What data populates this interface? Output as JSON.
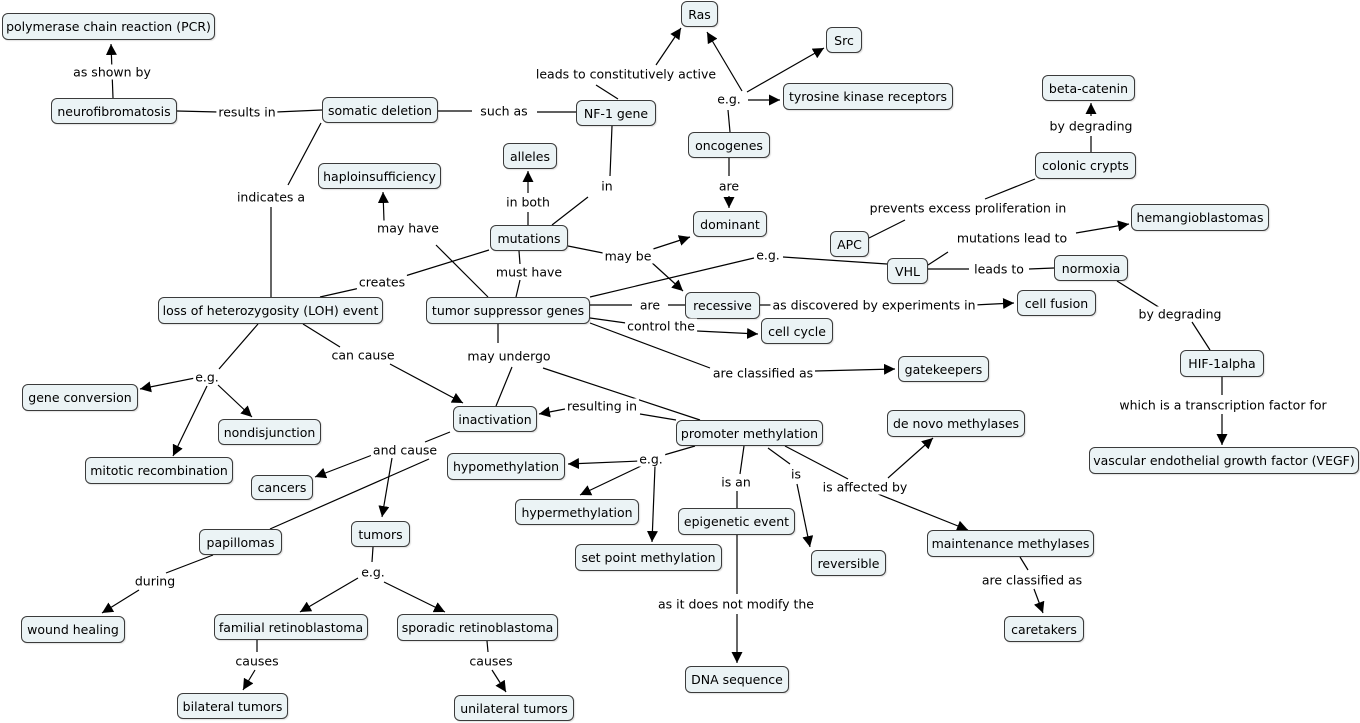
{
  "nodes": {
    "pcr": "polymerase chain reaction (PCR)",
    "neurofibromatosis": "neurofibromatosis",
    "somatic_deletion": "somatic deletion",
    "nf1": "NF-1 gene",
    "ras": "Ras",
    "src": "Src",
    "tyrosine": "tyrosine kinase receptors",
    "oncogenes": "oncogenes",
    "beta_catenin": "beta-catenin",
    "colonic_crypts": "colonic crypts",
    "haploinsufficiency": "haploinsufficiency",
    "alleles": "alleles",
    "mutations": "mutations",
    "dominant": "dominant",
    "hemangioblastomas": "hemangioblastomas",
    "apc": "APC",
    "vhl": "VHL",
    "normoxia": "normoxia",
    "loh": "loss of heterozygosity (LOH) event",
    "tsg": "tumor suppressor genes",
    "recessive": "recessive",
    "cell_fusion": "cell fusion",
    "cell_cycle": "cell cycle",
    "hif": "HIF-1alpha",
    "gene_conversion": "gene conversion",
    "nondisjunction": "nondisjunction",
    "gatekeepers": "gatekeepers",
    "inactivation": "inactivation",
    "promoter_methylation": "promoter methylation",
    "de_novo": "de novo methylases",
    "mitotic_recombination": "mitotic recombination",
    "vegf": "vascular endothelial growth factor (VEGF)",
    "cancers": "cancers",
    "hypomethylation": "hypomethylation",
    "hypermethylation": "hypermethylation",
    "epigenetic": "epigenetic event",
    "papillomas": "papillomas",
    "tumors": "tumors",
    "maintenance": "maintenance methylases",
    "set_point": "set point methylation",
    "reversible": "reversible",
    "wound_healing": "wound healing",
    "familial": "familial retinoblastoma",
    "sporadic": "sporadic retinoblastoma",
    "caretakers": "caretakers",
    "dna_sequence": "DNA sequence",
    "bilateral": "bilateral tumors",
    "unilateral": "unilateral tumors"
  },
  "links": {
    "as_shown_by": "as shown by",
    "results_in": "results in",
    "such_as": "such as",
    "leads_to_constitutively_active": "leads to constitutively active",
    "eg_onco": "e.g.",
    "by_degrading_1": "by degrading",
    "indicates_a": "indicates a",
    "in": "in",
    "in_both": "in both",
    "are_onco": "are",
    "may_have": "may have",
    "prevents": "prevents excess proliferation in",
    "mutations_lead_to": "mutations lead to",
    "creates": "creates",
    "may_be": "may be",
    "eg_tsg": "e.g.",
    "leads_to": "leads to",
    "must_have": "must have",
    "are_tsg": "are",
    "as_discovered": "as discovered by experiments in",
    "control_the": "control the",
    "by_degrading_2": "by degrading",
    "can_cause": "can cause",
    "may_undergo": "may undergo",
    "eg_loh": "e.g.",
    "are_classified_as_1": "are classified as",
    "resulting_in": "resulting in",
    "which_is": "which is a transcription factor for",
    "and_cause": "and cause",
    "eg_pm": "e.g.",
    "is_an": "is an",
    "is": "is",
    "is_affected_by": "is affected by",
    "eg_tumors": "e.g.",
    "during": "during",
    "are_classified_as_2": "are classified as",
    "as_it_does_not_modify": "as it does not modify the",
    "causes_1": "causes",
    "causes_2": "causes"
  },
  "colors": {
    "node_fill": "#ebf3f5",
    "node_border": "#3b3b3b",
    "line": "#000000"
  }
}
